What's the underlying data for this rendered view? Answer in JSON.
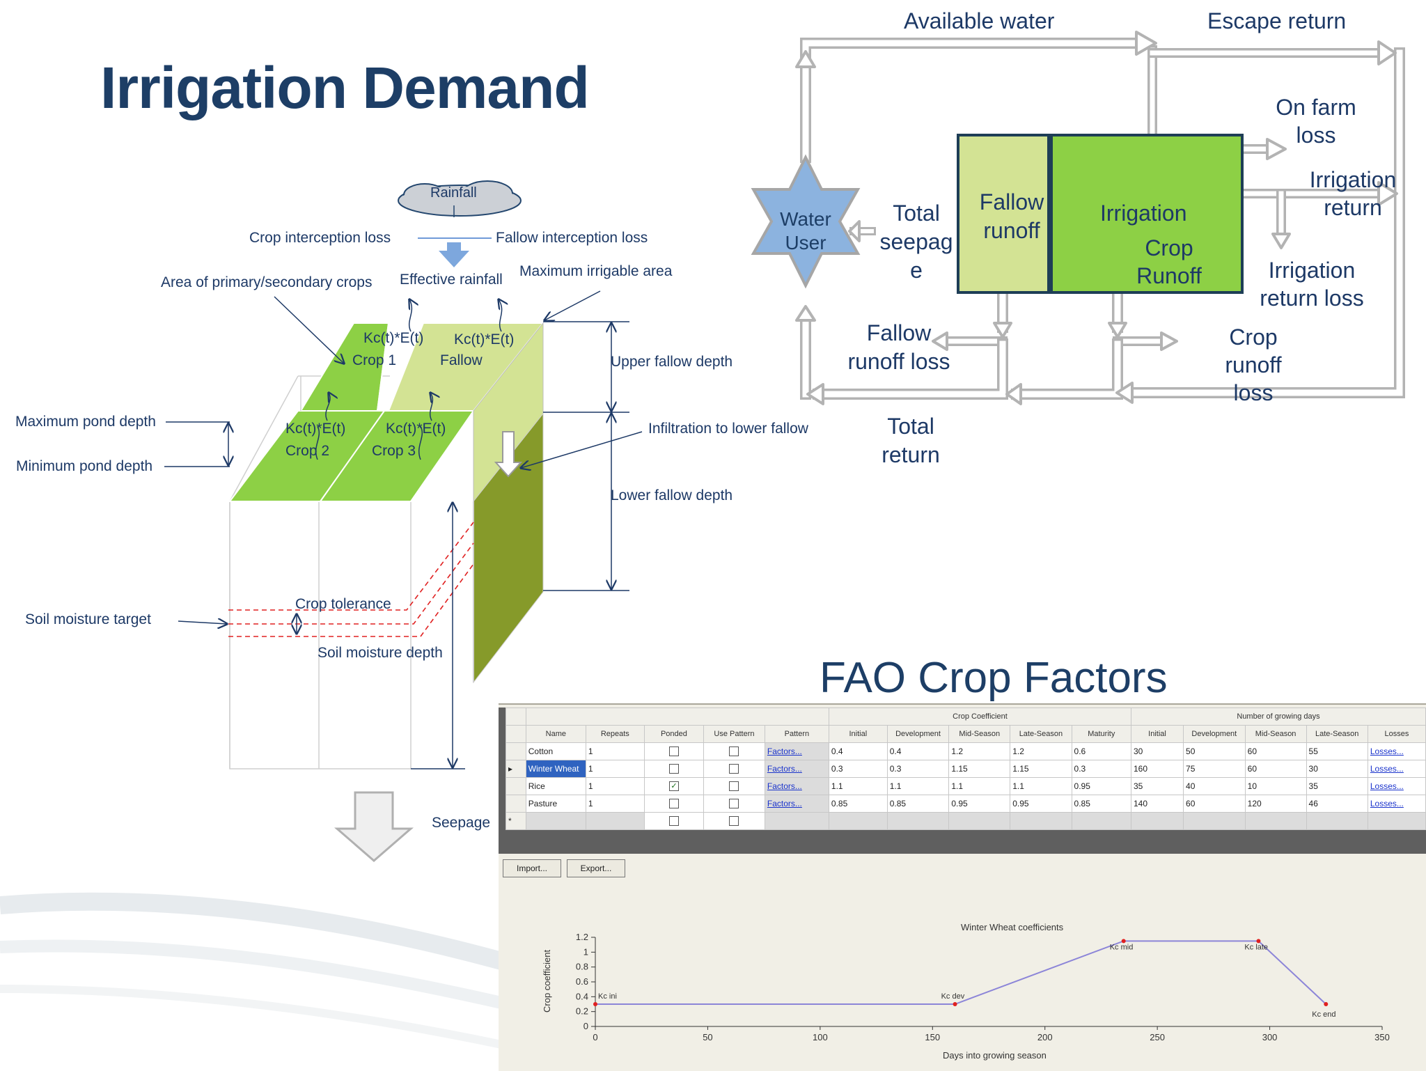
{
  "title": "Irrigation Demand",
  "schematic": {
    "rainfall": "Rainfall",
    "crop_interception_loss": "Crop interception loss",
    "fallow_interception_loss": "Fallow interception loss",
    "area_primary_secondary": "Area of primary/secondary crops",
    "effective_rainfall": "Effective rainfall",
    "max_irrigable_area": "Maximum irrigable area",
    "kc_label": "Kc(t)*E(t)",
    "crop1": "Crop 1",
    "fallow": "Fallow",
    "crop2": "Crop 2",
    "crop3": "Crop 3",
    "upper_fallow_depth": "Upper fallow depth",
    "max_pond_depth": "Maximum pond depth",
    "min_pond_depth": "Minimum pond depth",
    "infiltration": "Infiltration to lower fallow",
    "lower_fallow_depth": "Lower fallow depth",
    "soil_moisture_target": "Soil moisture target",
    "crop_tolerance": "Crop tolerance",
    "soil_moisture_depth": "Soil moisture depth",
    "seepage": "Seepage"
  },
  "flow": {
    "available_water": "Available water",
    "escape_return": "Escape return",
    "on_farm_loss": [
      "On farm",
      "loss"
    ],
    "irrigation_return": [
      "Irrigation",
      "return"
    ],
    "water_user": [
      "Water",
      "User"
    ],
    "total_seepage": [
      "Total",
      "seepag",
      "e"
    ],
    "fallow_runoff": [
      "Fallow",
      "runoff"
    ],
    "irrigation": "Irrigation",
    "crop_runoff": [
      "Crop",
      "Runoff"
    ],
    "irrigation_return_loss": [
      "Irrigation",
      "return loss"
    ],
    "fallow_runoff_loss": [
      "Fallow",
      "runoff loss"
    ],
    "crop_runoff_loss": [
      "Crop",
      "runoff",
      "loss"
    ],
    "total_return": [
      "Total",
      "return"
    ]
  },
  "fao": {
    "title": "FAO Crop Factors",
    "group_headers": {
      "crop_coefficient": "Crop Coefficient",
      "growing_days": "Number of growing days"
    },
    "columns": [
      "Name",
      "Repeats",
      "Ponded",
      "Use Pattern",
      "Pattern",
      "Initial",
      "Development",
      "Mid-Season",
      "Late-Season",
      "Maturity",
      "Initial",
      "Development",
      "Mid-Season",
      "Late-Season",
      "Losses"
    ],
    "rows": [
      {
        "name": "Cotton",
        "repeats": "1",
        "ponded": false,
        "use_pattern": false,
        "pattern": "Factors...",
        "kc": [
          "0.4",
          "0.4",
          "1.2",
          "1.2",
          "0.6"
        ],
        "days": [
          "30",
          "50",
          "60",
          "55"
        ],
        "losses": "Losses..."
      },
      {
        "name": "Winter Wheat",
        "repeats": "1",
        "ponded": false,
        "use_pattern": false,
        "pattern": "Factors...",
        "kc": [
          "0.3",
          "0.3",
          "1.15",
          "1.15",
          "0.3"
        ],
        "days": [
          "160",
          "75",
          "60",
          "30"
        ],
        "losses": "Losses..."
      },
      {
        "name": "Rice",
        "repeats": "1",
        "ponded": true,
        "use_pattern": false,
        "pattern": "Factors...",
        "kc": [
          "1.1",
          "1.1",
          "1.1",
          "1.1",
          "0.95"
        ],
        "days": [
          "35",
          "40",
          "10",
          "35"
        ],
        "losses": "Losses..."
      },
      {
        "name": "Pasture",
        "repeats": "1",
        "ponded": false,
        "use_pattern": false,
        "pattern": "Factors...",
        "kc": [
          "0.85",
          "0.85",
          "0.95",
          "0.95",
          "0.85"
        ],
        "days": [
          "140",
          "60",
          "120",
          "46"
        ],
        "losses": "Losses..."
      }
    ],
    "import_label": "Import...",
    "export_label": "Export..."
  },
  "chart_data": {
    "type": "line",
    "title": "Winter Wheat coefficients",
    "xlabel": "Days into growing season",
    "ylabel": "Crop coefficient",
    "xlim": [
      0,
      350
    ],
    "ylim": [
      0,
      1.2
    ],
    "xticks": [
      0,
      50,
      100,
      150,
      200,
      250,
      300,
      350
    ],
    "yticks": [
      0,
      0.2,
      0.4,
      0.6,
      0.8,
      1,
      1.2
    ],
    "points": [
      {
        "x": 0,
        "y": 0.3,
        "label": "Kc ini"
      },
      {
        "x": 160,
        "y": 0.3,
        "label": "Kc dev"
      },
      {
        "x": 235,
        "y": 1.15,
        "label": "Kc mid"
      },
      {
        "x": 295,
        "y": 1.15,
        "label": "Kc late"
      },
      {
        "x": 325,
        "y": 0.3,
        "label": "Kc end"
      }
    ],
    "line_color": "#8c85d8",
    "marker_color": "#e02020"
  },
  "colors": {
    "title": "#1d3e66",
    "text": "#1d3966",
    "crop": "#8dd045",
    "fallow": "#d3e394",
    "lower_fallow": "#869a2a",
    "water_user": "#8cb3df"
  }
}
